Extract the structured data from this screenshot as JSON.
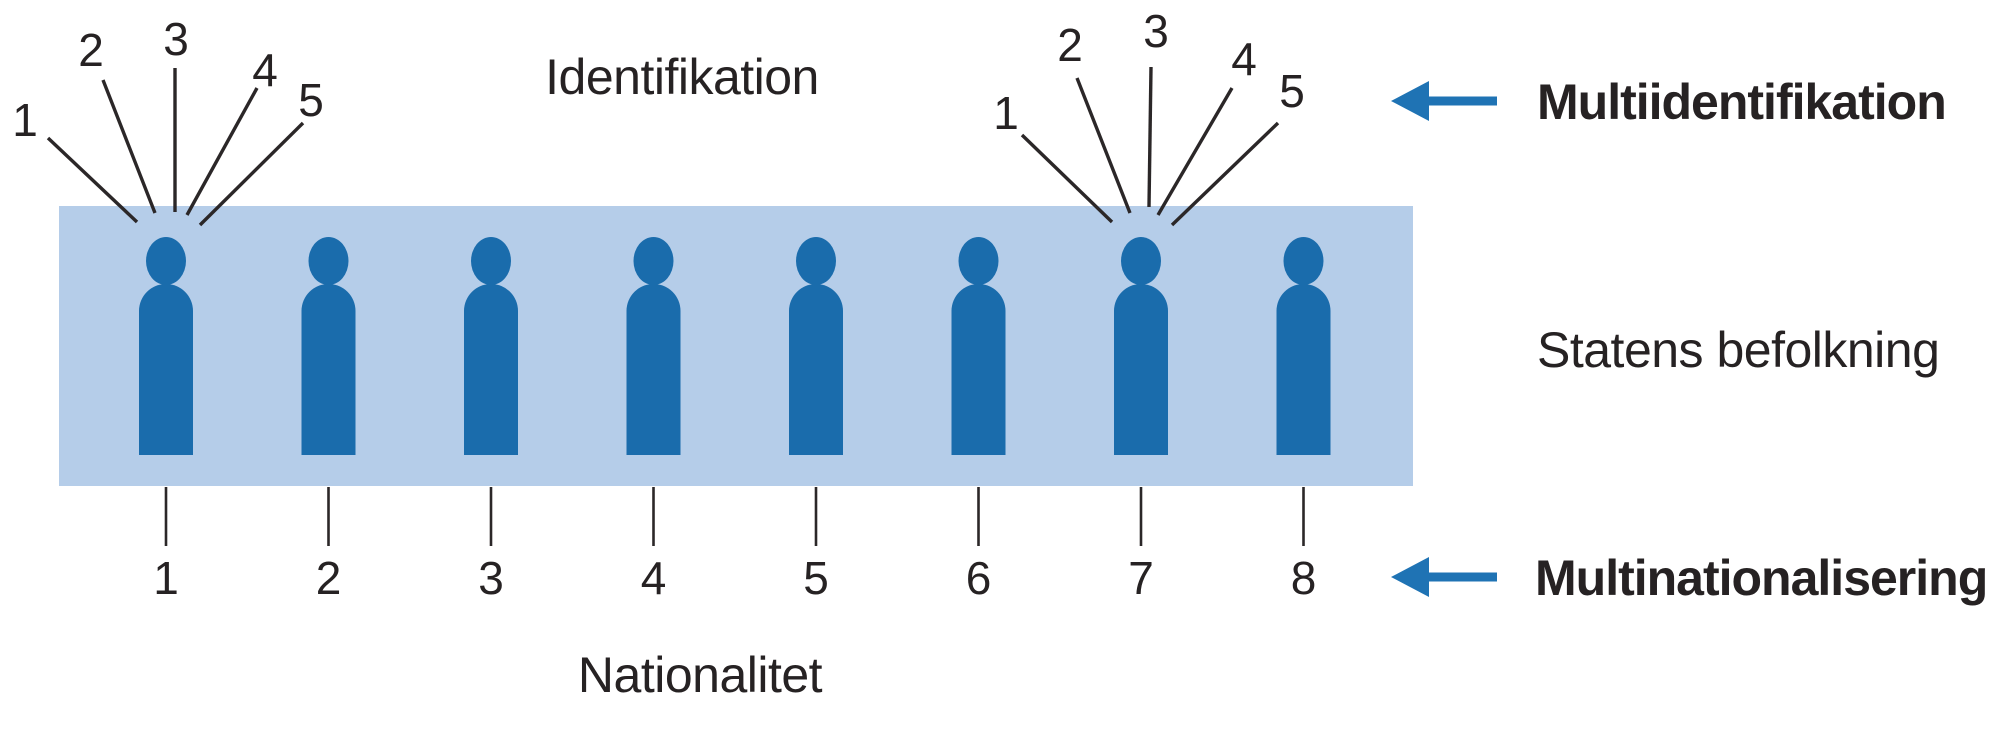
{
  "diagram": {
    "top_axis_label": "Identifikation",
    "bottom_axis_label": "Nationalitet",
    "band_label": "Statens befolkning",
    "right_labels": {
      "top": "Multiidentifikation",
      "bottom": "Multinationalisering"
    },
    "population_figure_count": 8,
    "identification_fans": [
      {
        "over_person": "1",
        "labels": [
          "1",
          "2",
          "3",
          "4",
          "5"
        ]
      },
      {
        "over_person": "7",
        "labels": [
          "1",
          "2",
          "3",
          "4",
          "5"
        ]
      }
    ],
    "nationality_numbers": [
      "1",
      "2",
      "3",
      "4",
      "5",
      "6",
      "7",
      "8"
    ]
  },
  "colors": {
    "figure_blue": "#1a6cac",
    "band_blue": "#b5cde9",
    "arrow_blue": "#1f73b4",
    "ink": "#262223",
    "line_ink": "#2b2728",
    "background": "#ffffff"
  }
}
